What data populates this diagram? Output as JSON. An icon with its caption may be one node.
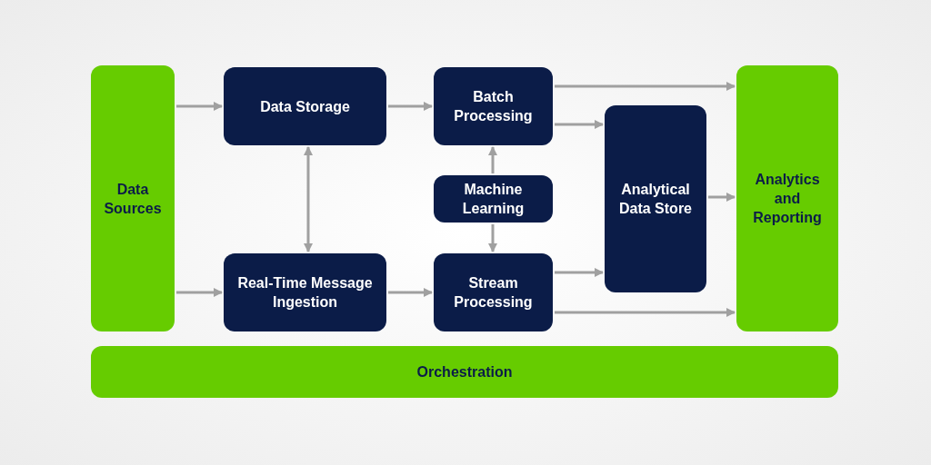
{
  "diagram": {
    "nodes": [
      {
        "text": [
          "Data Sources"
        ]
      },
      {
        "text": [
          "Data Storage"
        ]
      },
      {
        "text": [
          "Batch Processing"
        ]
      },
      {
        "text": [
          "Machine Learning"
        ]
      },
      {
        "text": [
          "Analytical Data Store"
        ]
      },
      {
        "text": [
          "Analytics and Reporting"
        ]
      },
      {
        "text": [
          "Real-Time Message Ingestion"
        ]
      },
      {
        "text": [
          "Stream Processing"
        ]
      },
      {
        "text": [
          "Orchestration"
        ]
      }
    ],
    "edges": [
      {
        "from": 0,
        "to": 1,
        "arrow": "to"
      },
      {
        "from": 0,
        "to": 6,
        "arrow": "to"
      },
      {
        "from": 1,
        "to": 2,
        "arrow": "to"
      },
      {
        "from": 1,
        "to": 6,
        "arrow": "both"
      },
      {
        "from": 6,
        "to": 7,
        "arrow": "to"
      },
      {
        "from": 3,
        "to": 2,
        "arrow": "to"
      },
      {
        "from": 3,
        "to": 7,
        "arrow": "to"
      },
      {
        "from": 2,
        "to": 5,
        "arrow": "to"
      },
      {
        "from": 2,
        "to": 4,
        "arrow": "to"
      },
      {
        "from": 7,
        "to": 4,
        "arrow": "to"
      },
      {
        "from": 7,
        "to": 5,
        "arrow": "to"
      },
      {
        "from": 4,
        "to": 5,
        "arrow": "to"
      }
    ]
  }
}
